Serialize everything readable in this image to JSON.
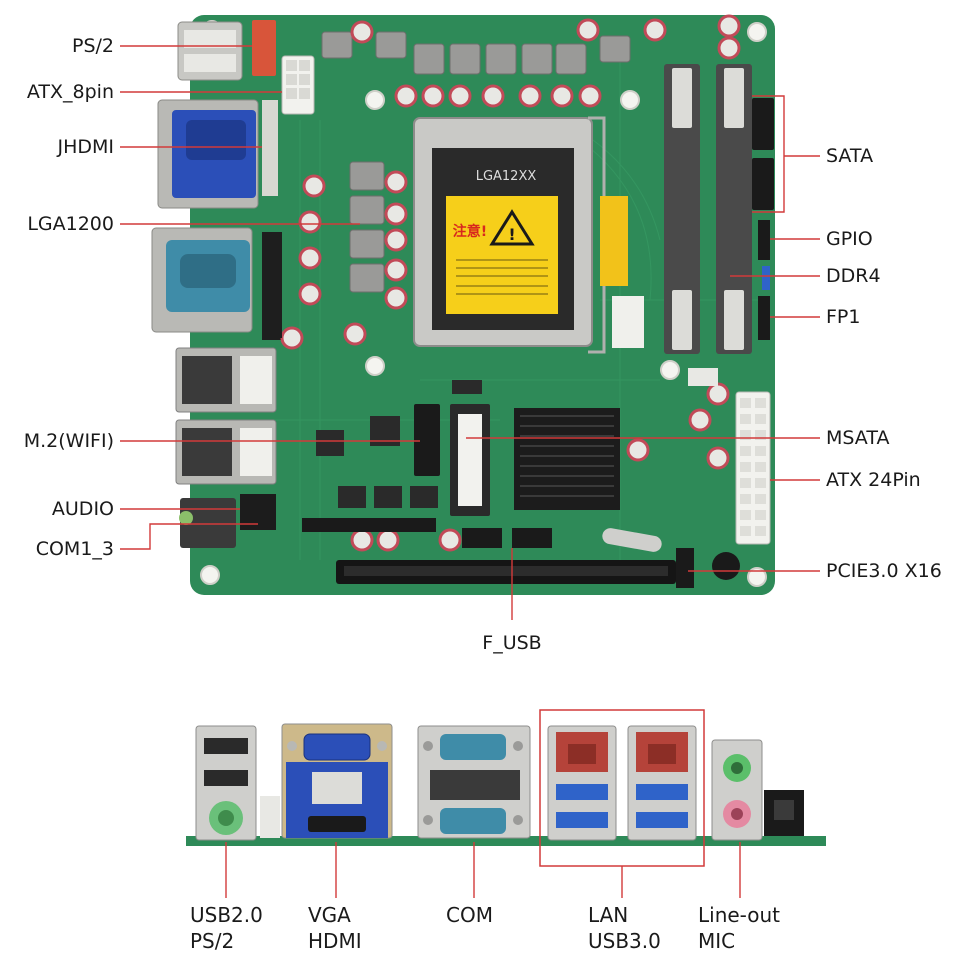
{
  "board": {
    "socket_label": "LGA12XX",
    "warning_label": "注意!"
  },
  "callouts_left": [
    {
      "id": "ps2",
      "text": "PS/2"
    },
    {
      "id": "atx8",
      "text": "ATX_8pin"
    },
    {
      "id": "jhdmi",
      "text": "JHDMI"
    },
    {
      "id": "lga",
      "text": "LGA1200"
    },
    {
      "id": "m2",
      "text": "M.2(WIFI)"
    },
    {
      "id": "audio",
      "text": "AUDIO"
    },
    {
      "id": "com13",
      "text": "COM1_3"
    }
  ],
  "callouts_right": [
    {
      "id": "sata",
      "text": "SATA"
    },
    {
      "id": "gpio",
      "text": "GPIO"
    },
    {
      "id": "ddr4",
      "text": "DDR4"
    },
    {
      "id": "fp1",
      "text": "FP1"
    },
    {
      "id": "msata",
      "text": "MSATA"
    },
    {
      "id": "atx24",
      "text": "ATX 24Pin"
    },
    {
      "id": "pcie",
      "text": "PCIE3.0 X16"
    }
  ],
  "callout_bottom": {
    "text": "F_USB"
  },
  "io_labels": [
    {
      "id": "usb-ps2",
      "line1": "USB2.0",
      "line2": "PS/2"
    },
    {
      "id": "vga-hdmi",
      "line1": "VGA",
      "line2": "HDMI"
    },
    {
      "id": "com",
      "line1": "COM",
      "line2": ""
    },
    {
      "id": "lan-usb3",
      "line1": "LAN",
      "line2": "USB3.0"
    },
    {
      "id": "audio-jacks",
      "line1": "Line-out",
      "line2": "MIC"
    }
  ],
  "colors": {
    "pcb": "#2e8a58",
    "pcb_dark": "#1f6b42",
    "callout_line": "#d23a3a",
    "vga_blue": "#2b4fb8",
    "com_teal": "#3f8ca8",
    "usb3_blue": "#2f63c9",
    "rj45_red": "#b5433a",
    "jack_green": "#5bbf6a",
    "jack_pink": "#e48aa2",
    "ps2_green": "#6ac07a",
    "ddr_slot": "#4a4a4a",
    "atx_white": "#f2f2ee",
    "heatsink": "#1c1c1c",
    "warning_yellow": "#f6cf1a"
  }
}
